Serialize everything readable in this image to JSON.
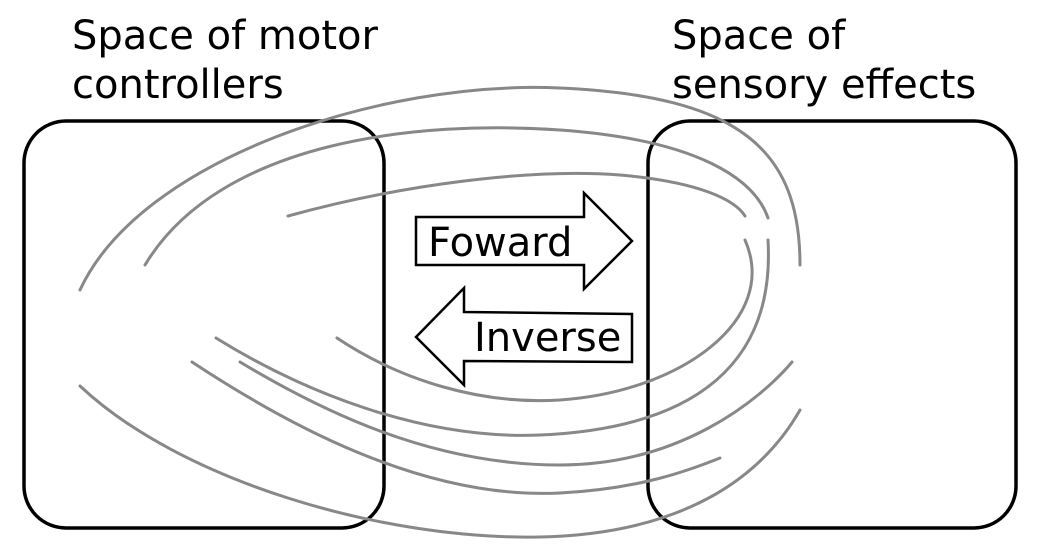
{
  "left_space": {
    "title_lines": [
      "Space of motor",
      "controllers"
    ]
  },
  "right_space": {
    "title_lines": [
      "Space of",
      "sensory effects"
    ]
  },
  "arrows": {
    "forward_label": "Foward",
    "inverse_label": "Inverse"
  },
  "colors": {
    "box_stroke": "#000000",
    "curve_stroke": "#888888",
    "arrow_stroke": "#000000",
    "text": "#000000"
  }
}
